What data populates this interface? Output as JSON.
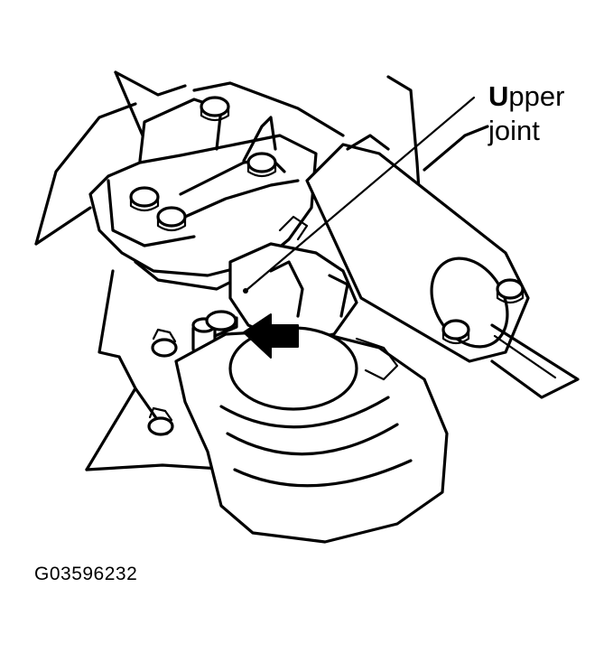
{
  "callout": {
    "upper_joint_initial": "U",
    "upper_joint_rest": "pper",
    "upper_joint_line2": "joint"
  },
  "figure_id": "G03596232"
}
